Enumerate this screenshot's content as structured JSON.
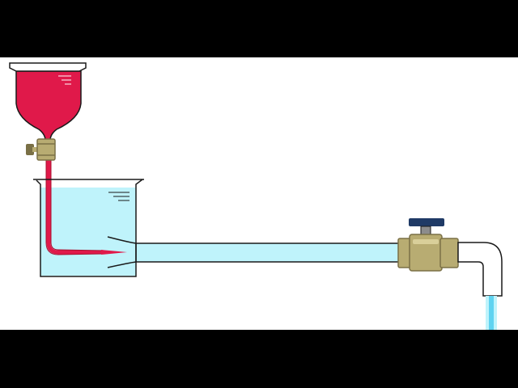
{
  "colors": {
    "letterbox": "#000000",
    "background": "#ffffff",
    "dye": "#e0194a",
    "dye_dark": "#a8102f",
    "water": "#bff3fb",
    "water_stream": "#5fd3f0",
    "outline": "#1a1a1a",
    "brass": "#b8ac72",
    "brass_dark": "#7a7046",
    "brass_light": "#d9cf9a",
    "valve_handle": "#1f3a66",
    "stem_gray": "#8c8c8c",
    "spout": "#ffffff"
  },
  "components": {
    "funnel": {
      "icon": "funnel-icon",
      "content": "dye"
    },
    "funnel_valve": {
      "icon": "small-valve-icon",
      "state": "open"
    },
    "beaker": {
      "icon": "beaker-icon",
      "content": "water"
    },
    "pipe": {
      "icon": "horizontal-pipe",
      "flow": "left-to-right"
    },
    "tap_valve": {
      "icon": "ball-valve-icon",
      "state": "open"
    },
    "spout": {
      "icon": "elbow-spout-icon",
      "stream": "water-stream"
    }
  }
}
